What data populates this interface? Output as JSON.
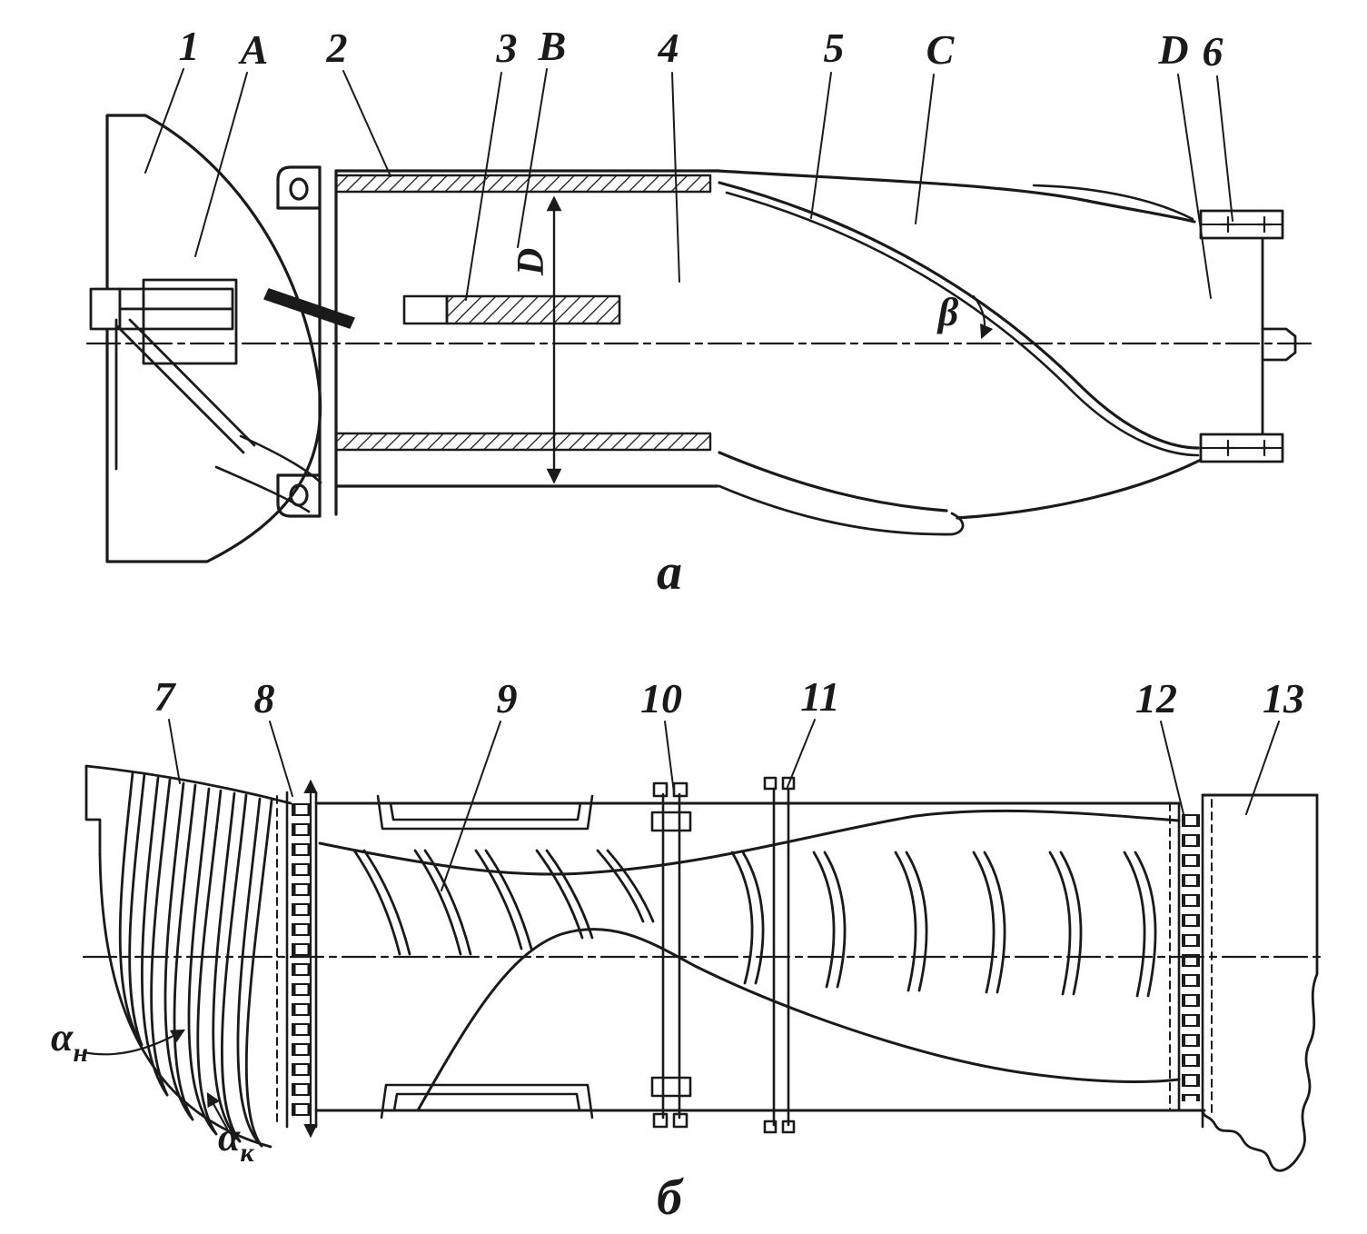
{
  "style": {
    "ink": "#1a1a1a",
    "paper": "#ffffff"
  },
  "top_diagram": {
    "caption": "а",
    "part_labels": [
      "1",
      "A",
      "2",
      "3",
      "B",
      "4",
      "5",
      "C",
      "D",
      "6"
    ],
    "dimension_label": "D",
    "angle_label": "β"
  },
  "bottom_diagram": {
    "caption": "б",
    "part_labels": [
      "7",
      "8",
      "9",
      "10",
      "11",
      "12",
      "13"
    ],
    "inlet_angle": {
      "symbol": "α",
      "subscript": "н"
    },
    "outlet_angle": {
      "symbol": "α",
      "subscript": "к"
    }
  }
}
